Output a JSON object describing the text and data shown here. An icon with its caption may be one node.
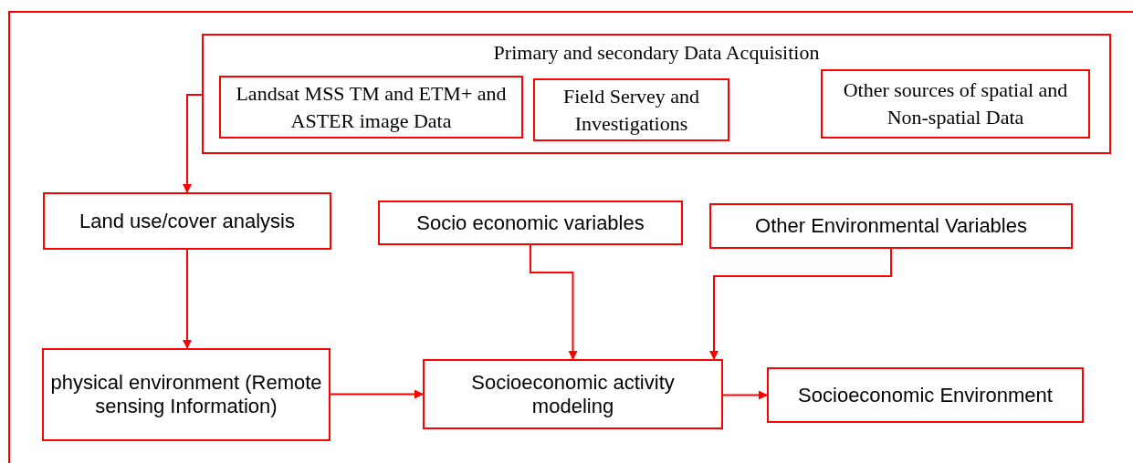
{
  "diagram": {
    "nodes": [
      {
        "text": [
          "Primary and secondary Data Acquisition"
        ]
      },
      {
        "text": [
          "Landsat MSS TM and ETM+ and ASTER image Data"
        ],
        "in": 0
      },
      {
        "text": [
          "Field Servey and Investigations"
        ],
        "in": 0
      },
      {
        "text": [
          "Other sources of spatial and Non-spatial Data"
        ],
        "in": 0
      },
      {
        "text": [
          "Land use/cover analysis"
        ]
      },
      {
        "text": [
          "Socio economic variables"
        ]
      },
      {
        "text": [
          "Other Environmental Variables"
        ]
      },
      {
        "text": [
          "physical environment (Remote sensing Information)"
        ]
      },
      {
        "text": [
          "Socioeconomic activity modeling"
        ]
      },
      {
        "text": [
          "Socioeconomic Environment"
        ]
      }
    ],
    "edges": [
      {
        "from": 0,
        "to": 4,
        "arrow": "to"
      },
      {
        "from": 4,
        "to": 7,
        "arrow": "to"
      },
      {
        "from": 5,
        "to": 8,
        "arrow": "to"
      },
      {
        "from": 6,
        "to": 8,
        "arrow": "to"
      },
      {
        "from": 7,
        "to": 8,
        "arrow": "to"
      },
      {
        "from": 8,
        "to": 9,
        "arrow": "to"
      }
    ]
  }
}
